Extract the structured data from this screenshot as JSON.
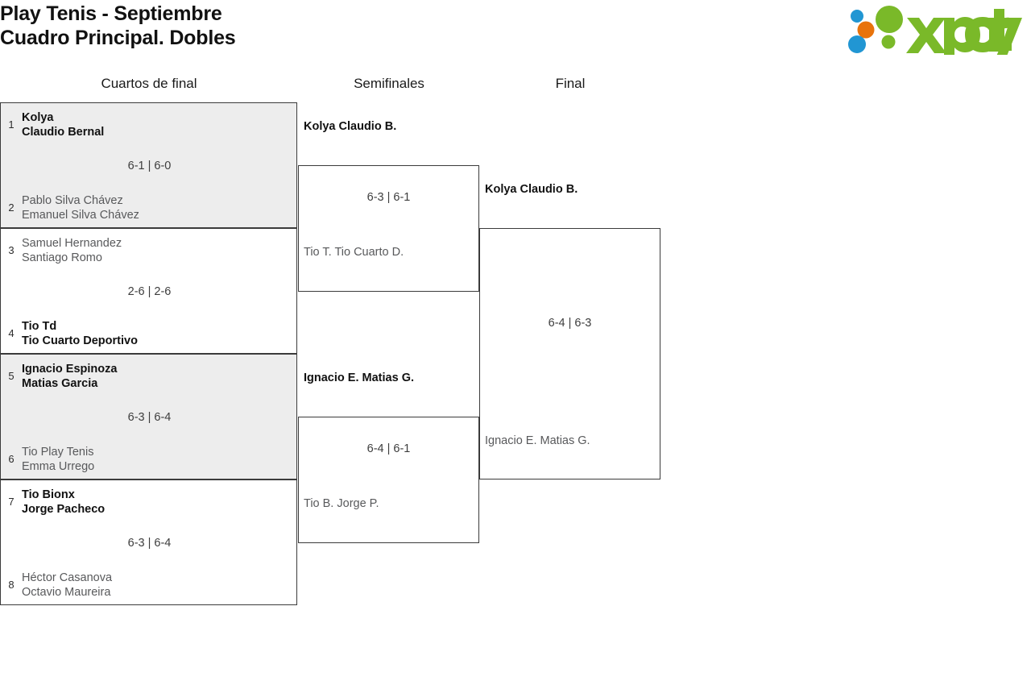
{
  "header": {
    "title_line1": "Play Tenis - Septiembre",
    "title_line2": "Cuadro Principal. Dobles",
    "logo_text": "xporty"
  },
  "colors": {
    "logo_green": "#7ab929",
    "logo_blue": "#2196d3",
    "logo_orange": "#e8730c",
    "row_shaded": "#ededed",
    "border": "#3b3b3b",
    "winner_text": "#111111",
    "loser_text": "#58595b"
  },
  "rounds": [
    {
      "label": "Cuartos de final"
    },
    {
      "label": "Semifinales"
    },
    {
      "label": "Final"
    }
  ],
  "quarterfinals": [
    {
      "shaded": true,
      "top": {
        "seed": "1",
        "line1": "Kolya",
        "line2": "Claudio Bernal",
        "result": "winner"
      },
      "bottom": {
        "seed": "2",
        "line1": "Pablo Silva Chávez",
        "line2": "Emanuel Silva Chávez",
        "result": "loser"
      },
      "score": "6-1 | 6-0"
    },
    {
      "shaded": false,
      "top": {
        "seed": "3",
        "line1": "Samuel Hernandez",
        "line2": "Santiago Romo",
        "result": "loser"
      },
      "bottom": {
        "seed": "4",
        "line1": "Tio Td",
        "line2": "Tio Cuarto Deportivo",
        "result": "winner"
      },
      "score": "2-6 | 2-6"
    },
    {
      "shaded": true,
      "top": {
        "seed": "5",
        "line1": "Ignacio Espinoza",
        "line2": "Matias Garcia",
        "result": "winner"
      },
      "bottom": {
        "seed": "6",
        "line1": "Tio Play Tenis",
        "line2": "Emma Urrego",
        "result": "loser"
      },
      "score": "6-3 | 6-4"
    },
    {
      "shaded": false,
      "top": {
        "seed": "7",
        "line1": "Tio Bionx",
        "line2": "Jorge Pacheco",
        "result": "winner"
      },
      "bottom": {
        "seed": "8",
        "line1": "Héctor Casanova",
        "line2": "Octavio Maureira",
        "result": "loser"
      },
      "score": "6-3 | 6-4"
    }
  ],
  "semifinals": [
    {
      "winner": {
        "line1": "Kolya",
        "line2": "Claudio B."
      },
      "loser": {
        "line1": "Tio T.",
        "line2": "Tio Cuarto D."
      },
      "score": "6-3 | 6-1"
    },
    {
      "winner": {
        "line1": "Ignacio E.",
        "line2": "Matias G."
      },
      "loser": {
        "line1": "Tio B.",
        "line2": "Jorge P."
      },
      "score": "6-4 | 6-1"
    }
  ],
  "final": {
    "winner": {
      "line1": "Kolya",
      "line2": "Claudio B."
    },
    "loser": {
      "line1": "Ignacio E.",
      "line2": "Matias G."
    },
    "score": "6-4 | 6-3"
  }
}
